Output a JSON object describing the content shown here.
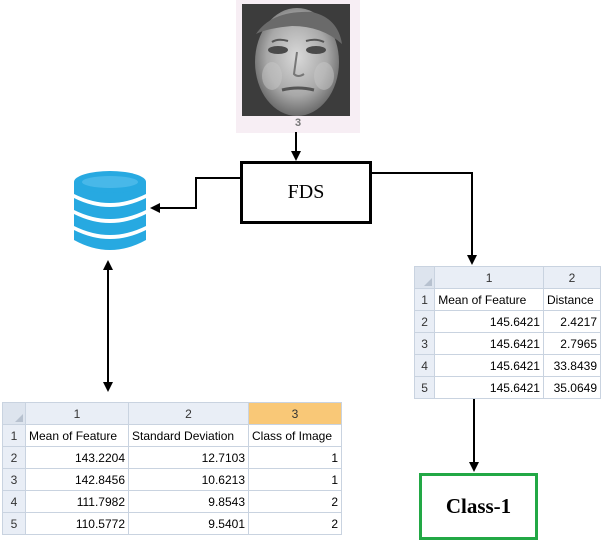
{
  "face": {
    "number_label": "3"
  },
  "fds_box": {
    "label": "FDS"
  },
  "result_box": {
    "label": "Class-1"
  },
  "right_table": {
    "col_numbers": [
      "1",
      "2"
    ],
    "row_numbers": [
      "1",
      "2",
      "3",
      "4",
      "5"
    ],
    "header_row": [
      "Mean of Feature",
      "Distance"
    ],
    "rows": [
      [
        "145.6421",
        "2.4217"
      ],
      [
        "145.6421",
        "2.7965"
      ],
      [
        "145.6421",
        "33.8439"
      ],
      [
        "145.6421",
        "35.0649"
      ]
    ]
  },
  "bottom_table": {
    "col_numbers": [
      "1",
      "2",
      "3"
    ],
    "row_numbers": [
      "1",
      "2",
      "3",
      "4",
      "5"
    ],
    "header_row": [
      "Mean of Feature",
      "Standard Deviation",
      "Class of Image"
    ],
    "rows": [
      [
        "143.2204",
        "12.7103",
        "1"
      ],
      [
        "142.8456",
        "10.6213",
        "1"
      ],
      [
        "111.7982",
        "9.8543",
        "2"
      ],
      [
        "110.5772",
        "9.5401",
        "2"
      ]
    ]
  },
  "colors": {
    "database": "#27a9e1",
    "result_border": "#22a845",
    "selected_column": "#f9c877"
  }
}
